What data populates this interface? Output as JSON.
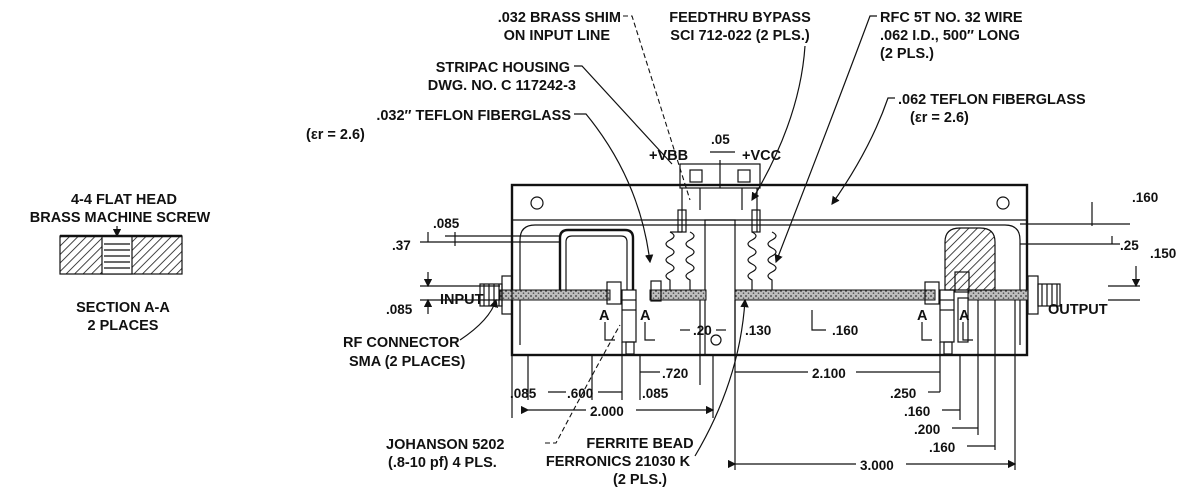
{
  "section": {
    "screw_label_1": "4-4 FLAT HEAD",
    "screw_label_2": "BRASS  MACHINE SCREW",
    "title_1": "SECTION A-A",
    "title_2": "2 PLACES"
  },
  "callouts": {
    "brass_shim_1": ".032 BRASS SHIM",
    "brass_shim_2": "ON INPUT LINE",
    "feedthru_1": "FEEDTHRU BYPASS",
    "feedthru_2": "SCI 712-022 (2 PLS.)",
    "rfc_1": "RFC 5T NO. 32 WIRE",
    "rfc_2": ".062 I.D., 500″ LONG",
    "rfc_3": "(2 PLS.)",
    "stripac_1": "STRIPAC HOUSING",
    "stripac_2": "DWG. NO. C 117242-3",
    "teflon_left_1": ".032″ TEFLON FIBERGLASS",
    "teflon_left_2": "(εr  =  2.6)",
    "teflon_right_1": ".062 TEFLON FIBERGLASS",
    "teflon_right_2": "(εr  =  2.6)",
    "vbb": "+VBB",
    "vcc": "+VCC",
    "input": "INPUT",
    "output": "OUTPUT",
    "rf_connector_1": "RF CONNECTOR",
    "rf_connector_2": "SMA  (2 PLACES)",
    "johanson_1": "JOHANSON 5202",
    "johanson_2": "(.8-10 pf) 4 PLS.",
    "ferrite_1": "FERRITE BEAD",
    "ferrite_2": "FERRONICS 21030 K",
    "ferrite_3": "(2 PLS.)",
    "section_a": "A"
  },
  "dimensions": {
    "d_05": ".05",
    "d_085_top": ".085",
    "d_37": ".37",
    "d_085_bot": ".085",
    "d_20": ".20",
    "d_130": ".130",
    "d_160_mid": ".160",
    "d_160_tr": ".160",
    "d_25": ".25",
    "d_150": ".150",
    "d_085_a": ".085",
    "d_600": ".600",
    "d_720": ".720",
    "d_085_b": ".085",
    "d_2000": "2.000",
    "d_2100": "2.100",
    "d_250": ".250",
    "d_160_r1": ".160",
    "d_200": ".200",
    "d_160_r2": ".160",
    "d_3000": "3.000"
  }
}
